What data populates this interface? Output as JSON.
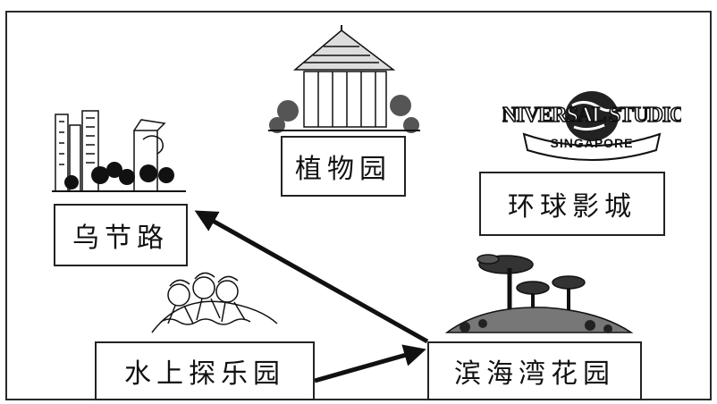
{
  "locations": {
    "orchard": "乌节路",
    "botanic": "植物园",
    "universal": "环球影城",
    "water_park": "水上探乐园",
    "gardens_bay": "滨海湾花园"
  },
  "logo": {
    "line1": "UNIVERSAL STUDIOS",
    "line2": "SINGAPORE"
  },
  "icons": [
    "city-buildings-icon",
    "gazebo-icon",
    "globe-logo-icon",
    "water-slide-children-icon",
    "supertree-icon"
  ]
}
